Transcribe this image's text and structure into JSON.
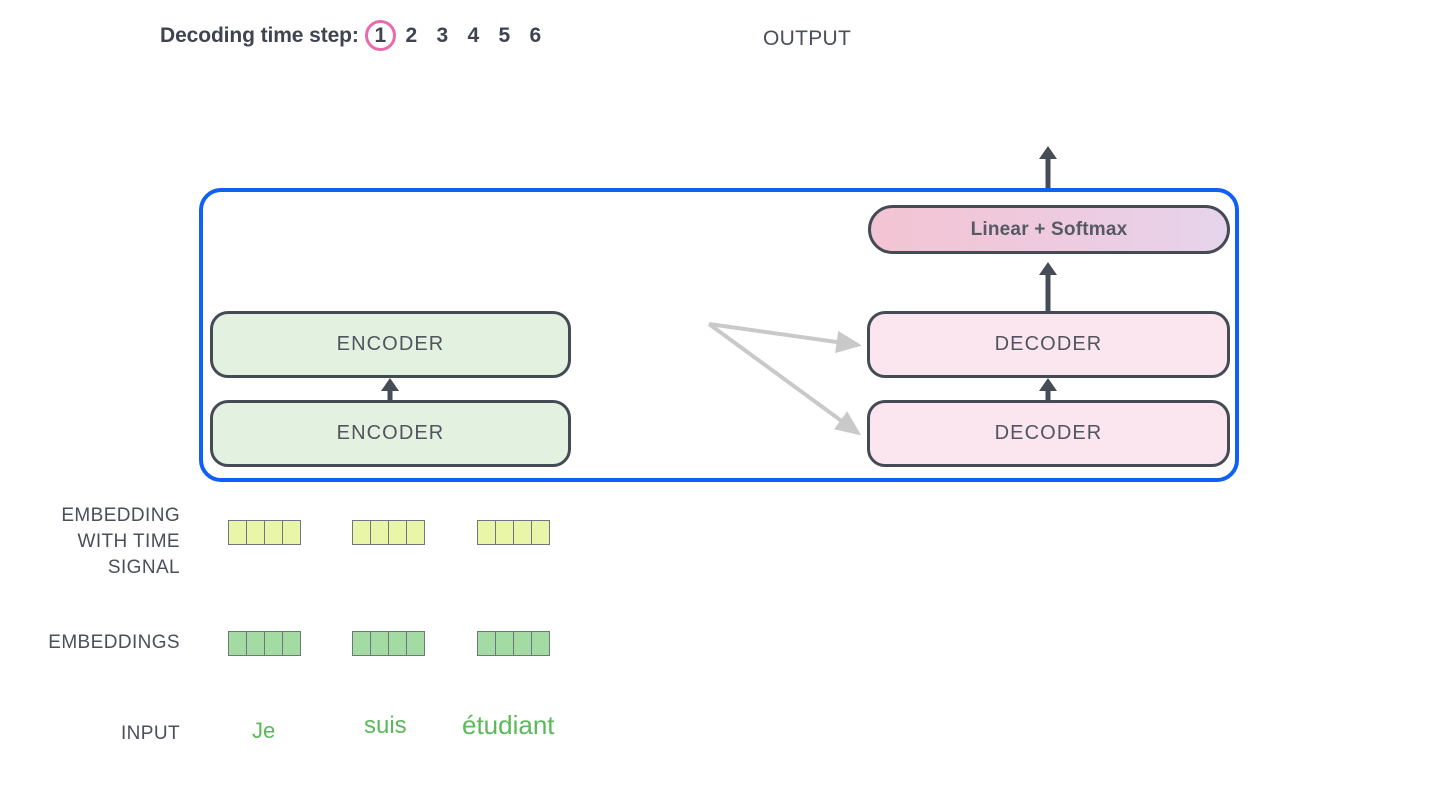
{
  "timeline": {
    "label": "Decoding time step:",
    "steps": [
      {
        "value": "1",
        "active": true
      },
      {
        "value": "2",
        "active": false
      },
      {
        "value": "3",
        "active": false
      },
      {
        "value": "4",
        "active": false
      },
      {
        "value": "5",
        "active": false
      },
      {
        "value": "6",
        "active": false
      }
    ],
    "active_circle_color": "#e86bab"
  },
  "output_label": "OUTPUT",
  "container": {
    "border_color": "#1060f5"
  },
  "stacks": {
    "encoder_top": "ENCODER",
    "encoder_bottom": "ENCODER",
    "decoder_top": "DECODER",
    "decoder_bottom": "DECODER",
    "encoder_fill": "#e3f1e1",
    "decoder_fill": "#fbe6ef",
    "stack_border": "#454b55"
  },
  "linear_softmax": {
    "label": "Linear + Softmax",
    "gradient_start": "#f3c4d3",
    "gradient_end": "#e6d4ec"
  },
  "row_labels": {
    "embedding_with_time_signal": [
      "EMBEDDING",
      "WITH TIME",
      "SIGNAL"
    ],
    "embeddings": "EMBEDDINGS",
    "input": "INPUT"
  },
  "embedding_rows": {
    "time_signal": {
      "cell_color": "#e9f6a8",
      "cells_per_word": 4,
      "groups": 3
    },
    "embeddings": {
      "cell_color": "#a3dba3",
      "cells_per_word": 4,
      "groups": 3
    }
  },
  "input_words": [
    "Je",
    "suis",
    "étudiant"
  ],
  "input_word_color": "#5bb85b",
  "arrows": {
    "cross_arrow_color": "#c9c9c9",
    "flow_arrow_color": "#474d57"
  }
}
